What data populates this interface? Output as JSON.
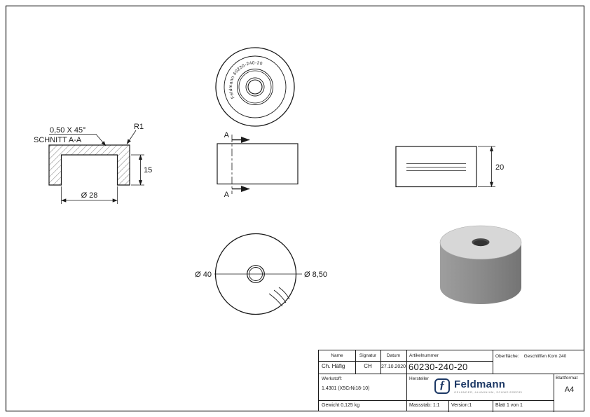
{
  "drawing": {
    "section_title": "SCHNITT A-A",
    "chamfer_label": "0,50 X 45°",
    "radius_label": "R1",
    "depth_label": "15",
    "recess_dia_label": "Ø 28",
    "section_arrow_label": "A",
    "height_label": "20",
    "outer_dia_label": "Ø 40",
    "hole_dia_label": "Ø 8,50",
    "engraving": "Feldmann 60230-240-20"
  },
  "titleblock": {
    "col_name": "Name",
    "col_signature": "Signatur",
    "col_date": "Datum",
    "col_article": "Artikelnummer",
    "surface_label": "Oberfläche:",
    "surface_value": "Geschliffen Korn 240",
    "name": "Ch. Häfig",
    "signature": "CH",
    "date": "27.10.2020",
    "article": "60230-240-20",
    "material_label": "Werkstoff:",
    "material": "1.4301 (X5CrNi18-10)",
    "manufacturer_label": "Hersteller",
    "brand": "Feldmann",
    "brand_icon": "ƒ",
    "brand_tagline": "GELÄNDER, ALUMINIUM, SCHWEISSEREI",
    "weight": "Gewicht 0,125 kg",
    "scale": "Massstab: 1:1",
    "version": "Version:1",
    "sheet": "Blatt 1 von 1",
    "format_label": "Blattformat",
    "format": "A4"
  },
  "colors": {
    "line": "#1a1a1a",
    "brand": "#1b3764",
    "solid_top": "#d7d7d7",
    "solid_side": "#8b8b8b",
    "solid_hole": "#4b4b4b"
  }
}
